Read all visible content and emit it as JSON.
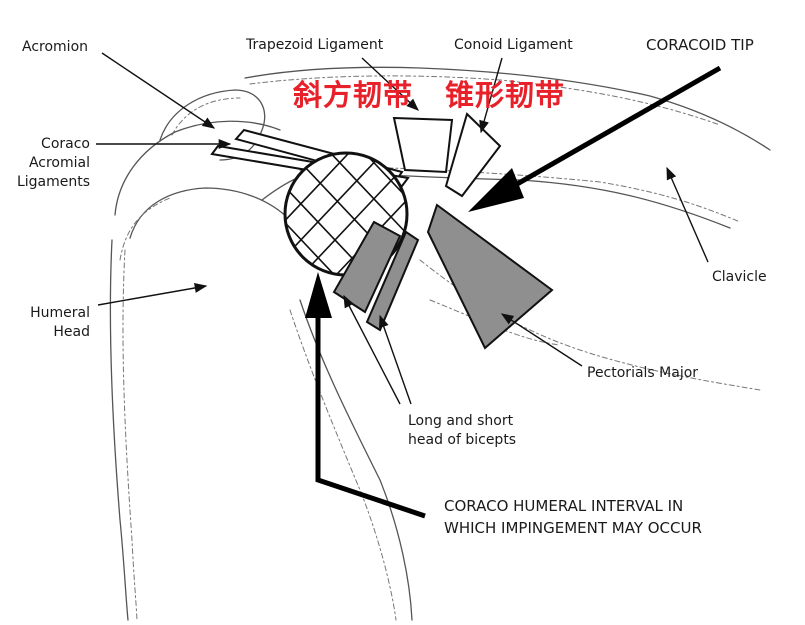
{
  "labels": {
    "acromion": "Acromion",
    "coraco_acromial_line1": "Coraco",
    "coraco_acromial_line2": "Acromial",
    "coraco_acromial_line3": "Ligaments",
    "humeral_head_line1": "Humeral",
    "humeral_head_line2": "Head",
    "trapezoid": "Trapezoid Ligament",
    "conoid": "Conoid Ligament",
    "coracoid_tip": "CORACOID TIP",
    "clavicle": "Clavicle",
    "pectorals_major": "Pectorials Major",
    "biceps_line1": "Long and short",
    "biceps_line2": "head of bicepts",
    "interval_line1": "CORACO HUMERAL INTERVAL IN",
    "interval_line2": "WHICH IMPINGEMENT MAY OCCUR"
  },
  "annotations_zh": {
    "trapezoid_zh": "斜方韧带",
    "conoid_zh": "锥形韧带"
  },
  "colors": {
    "annotation_red": "#e8202a",
    "fill_gray": "#8f8f8f",
    "ink": "#111111"
  }
}
